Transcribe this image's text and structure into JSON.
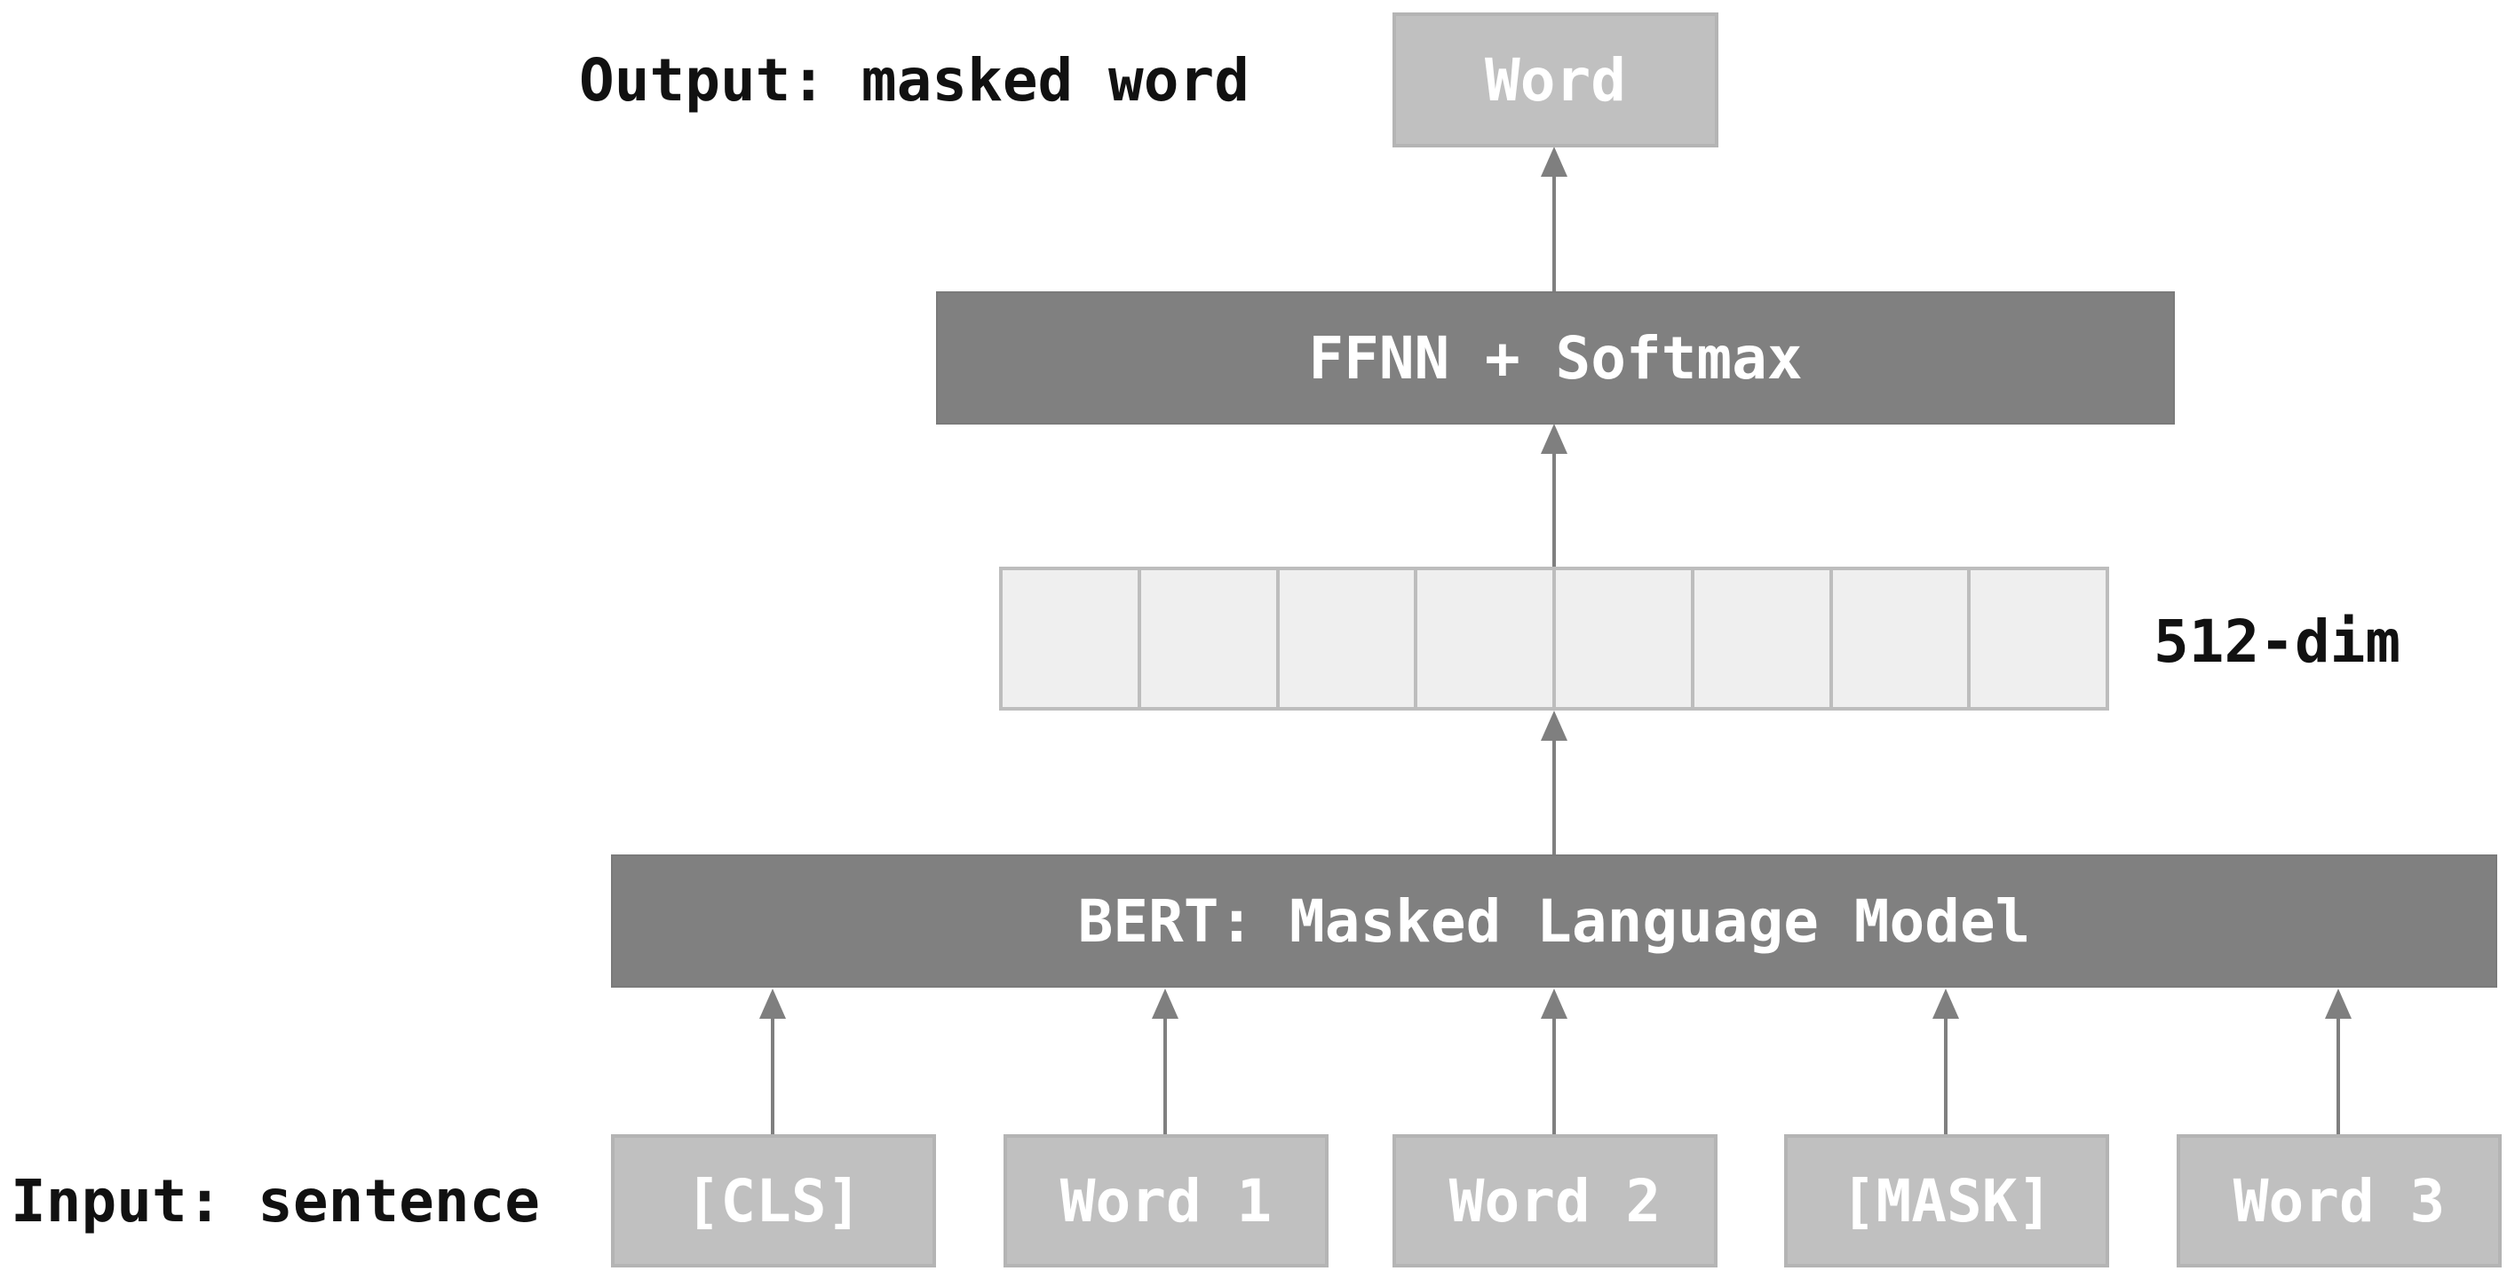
{
  "diagram": {
    "output_label": "Output: masked word",
    "output_word": "Word",
    "ffnn_label": "FFNN + Softmax",
    "vector_label": "512-dim",
    "vector_cells": 8,
    "bert_label": "BERT: Masked Language Model",
    "input_label": "Input: sentence",
    "tokens": [
      "[CLS]",
      "Word 1",
      "Word 2",
      "[MASK]",
      "Word 3"
    ]
  },
  "colors": {
    "dark_block": "#808080",
    "light_block": "#c0c0c0",
    "vector_fill": "#efefef",
    "vector_border": "#bdbdbd",
    "arrow": "#7f7f7f",
    "label_text": "#111111",
    "block_text": "#ffffff"
  }
}
